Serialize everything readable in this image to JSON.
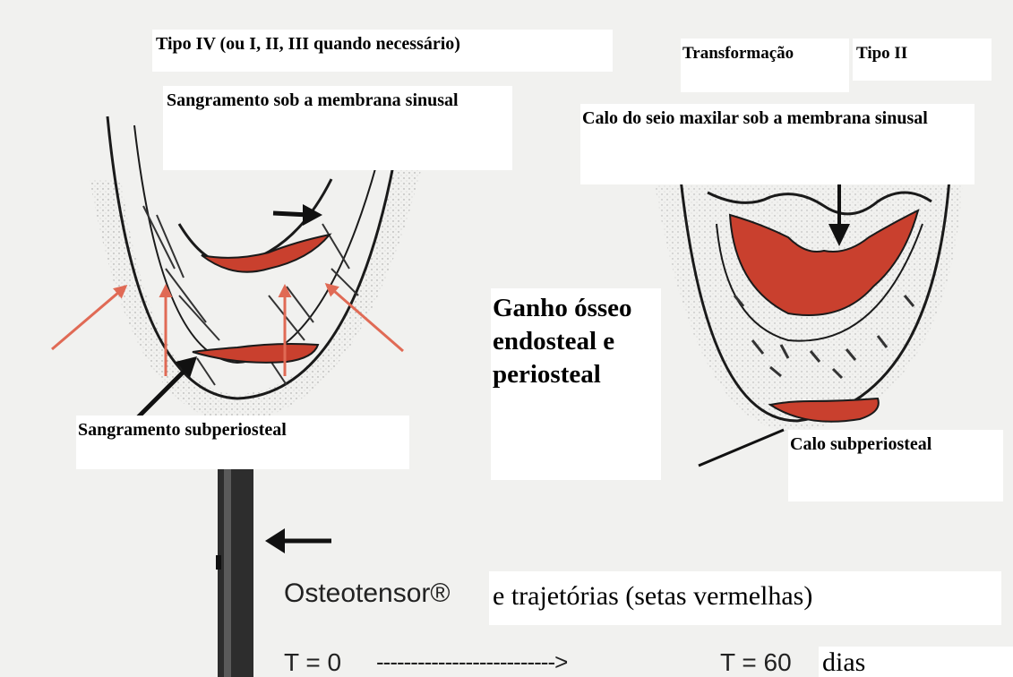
{
  "labels": {
    "tipo_iv": "Tipo IV (ou I, II, III quando necessário)",
    "transformacao": "Transformação",
    "tipo_ii": "Tipo II",
    "sangramento_membrana": "Sangramento sob a membrana sinusal",
    "calo_seio": "Calo do seio maxilar sob a membrana sinusal",
    "ganho_osseo": "Ganho ósseo endosteal e periosteal",
    "sangramento_subperiosteal": "Sangramento subperiosteal",
    "calo_subperiosteal": "Calo subperiosteal",
    "osteotensor": "Osteotensor®",
    "trajetorias": "e trajetórias (setas vermelhas)",
    "t0": "T = 0",
    "timeline_arrow": "-------------------------->",
    "t60": "T = 60",
    "dias": "dias"
  },
  "colors": {
    "background": "#f1f1ef",
    "callus_red": "#c9402e",
    "arrow_red": "#e06a55",
    "ink": "#1a1a1a"
  }
}
